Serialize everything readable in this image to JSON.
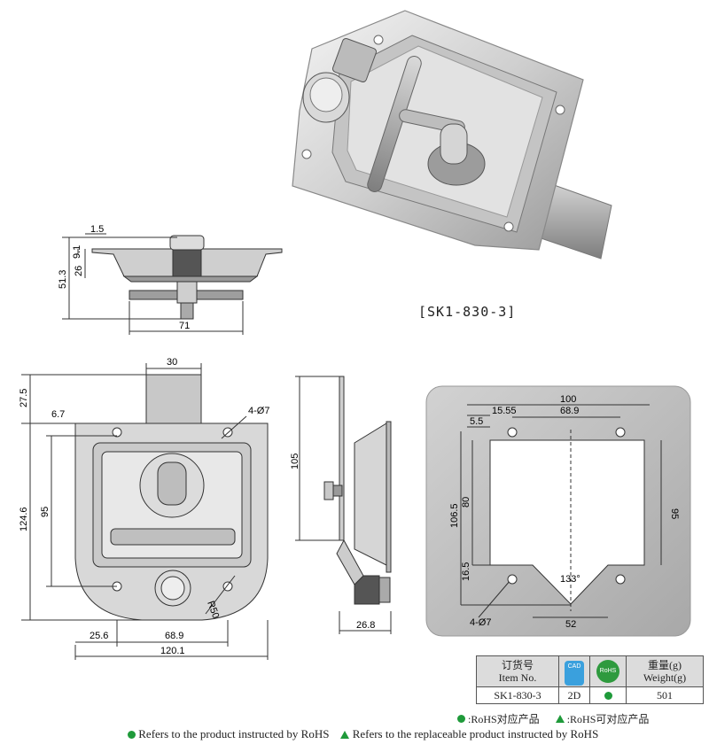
{
  "product": {
    "caption": "[SK1-830-3]"
  },
  "side_view_dims": [
    "1.5",
    "9.1",
    "26",
    "51.3",
    "71"
  ],
  "front_view_dims": [
    "30",
    "27.5",
    "6.7",
    "4-Ø7",
    "95",
    "124.6",
    "R50",
    "25.6",
    "68.9",
    "120.1"
  ],
  "section_view_dims": [
    "105",
    "26.8"
  ],
  "cutout_dims": [
    "100",
    "15.55",
    "68.9",
    "5.5",
    "80",
    "106.5",
    "95",
    "16.5",
    "133°",
    "4-Ø7",
    "52"
  ],
  "spec_table": {
    "header_item_cn": "订货号",
    "header_item_en": "Item No.",
    "cad_badge": "CAD",
    "rohs_badge": "RoHS",
    "header_weight_cn": "重量(g)",
    "header_weight_en": "Weight(g)",
    "item_no": "SK1-830-3",
    "cad_value": "2D",
    "weight": "501"
  },
  "legend": {
    "cn_rohs": ":RoHS对应产品",
    "cn_replaceable": ":RoHS可对应产品",
    "en_rohs": "Refers to the product instructed by RoHS",
    "en_replaceable": "Refers to the replaceable product instructed by RoHS"
  },
  "colors": {
    "green": "#1f9a3a",
    "metal_light": "#e9e9e9",
    "metal_dark": "#8c8c8c",
    "cutout_bg": "#b5b5b5"
  }
}
